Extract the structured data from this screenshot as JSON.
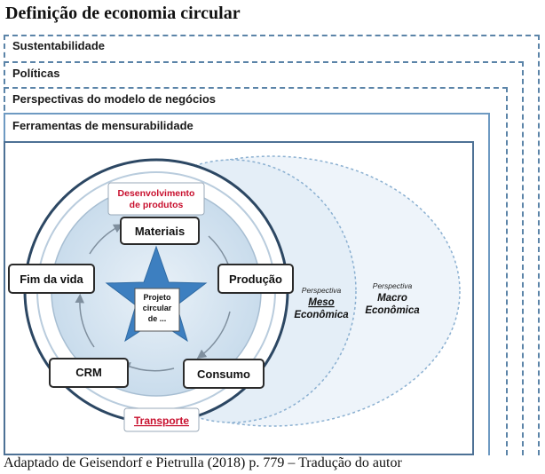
{
  "title": "Definição de economia circular",
  "layers": {
    "sustentabilidade": "Sustentabilidade",
    "politicas": "Políticas",
    "perspectivas": "Perspectivas do modelo de negócios",
    "ferramentas": "Ferramentas de mensurabilidade"
  },
  "cycle": {
    "desenvolvimento_line1": "Desenvolvimento",
    "desenvolvimento_line2": "de produtos",
    "materiais": "Materiais",
    "producao": "Produção",
    "consumo": "Consumo",
    "crm": "CRM",
    "fim_da_vida": "Fim da vida",
    "transporte": "Transporte",
    "center_line1": "Projeto",
    "center_line2": "circular",
    "center_line3": "de ..."
  },
  "perspectives": {
    "meso_small": "Perspectiva",
    "meso_line1": "Meso",
    "meso_line2": "Econômica",
    "macro_small": "Perspectiva",
    "macro_line1": "Macro",
    "macro_line2": "Econômica"
  },
  "caption": "Adaptado de Geisendorf e Pietrulla (2018) p. 779 – Tradução do autor",
  "colors": {
    "frame_dashed": "#5b84a8",
    "frame_solid": "#4d7195",
    "star": "#3d7fc0",
    "red_label": "#c8102e"
  }
}
